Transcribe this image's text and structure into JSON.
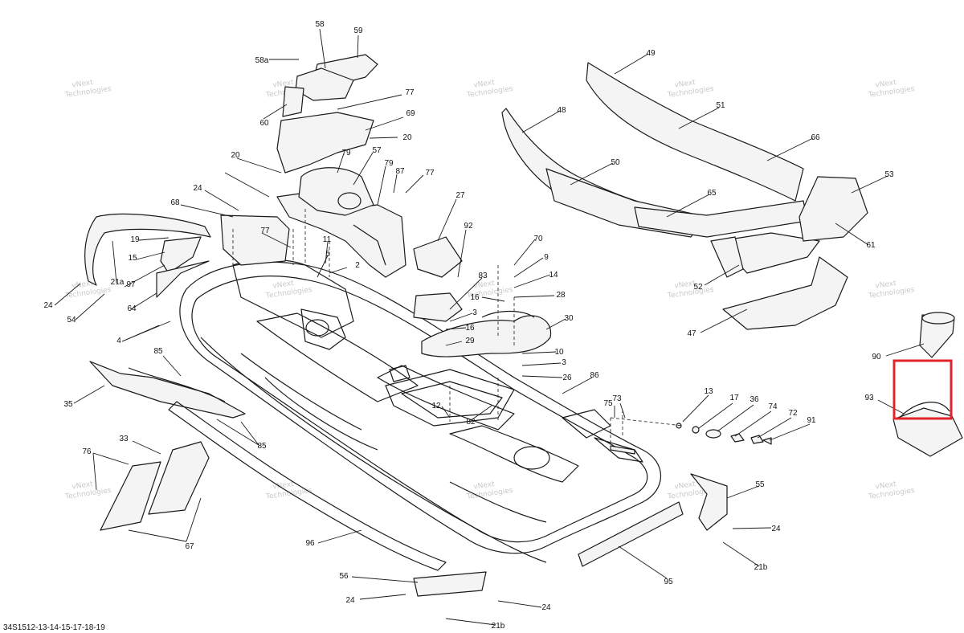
{
  "diagram": {
    "reference_code": "34S1512-13-14-15-17-18-19",
    "watermark": [
      "vNext",
      "Technologies"
    ],
    "highlight_color": "#e0242a",
    "callouts": [
      "58",
      "59",
      "58a",
      "77",
      "69",
      "60",
      "20",
      "20",
      "79",
      "57",
      "79",
      "87",
      "77",
      "24",
      "68",
      "27",
      "92",
      "77",
      "11",
      "5",
      "2",
      "19",
      "15",
      "21a",
      "97",
      "64",
      "24",
      "54",
      "4",
      "83",
      "70",
      "9",
      "14",
      "16",
      "28",
      "3",
      "16",
      "29",
      "30",
      "10",
      "3",
      "26",
      "85",
      "35",
      "85",
      "86",
      "13",
      "17",
      "36",
      "74",
      "72",
      "91",
      "75",
      "73",
      "12",
      "82",
      "33",
      "76",
      "67",
      "96",
      "55",
      "24",
      "21b",
      "56",
      "24",
      "24",
      "21b",
      "95",
      "49",
      "48",
      "51",
      "66",
      "50",
      "53",
      "65",
      "61",
      "52",
      "47",
      "90",
      "93"
    ]
  }
}
